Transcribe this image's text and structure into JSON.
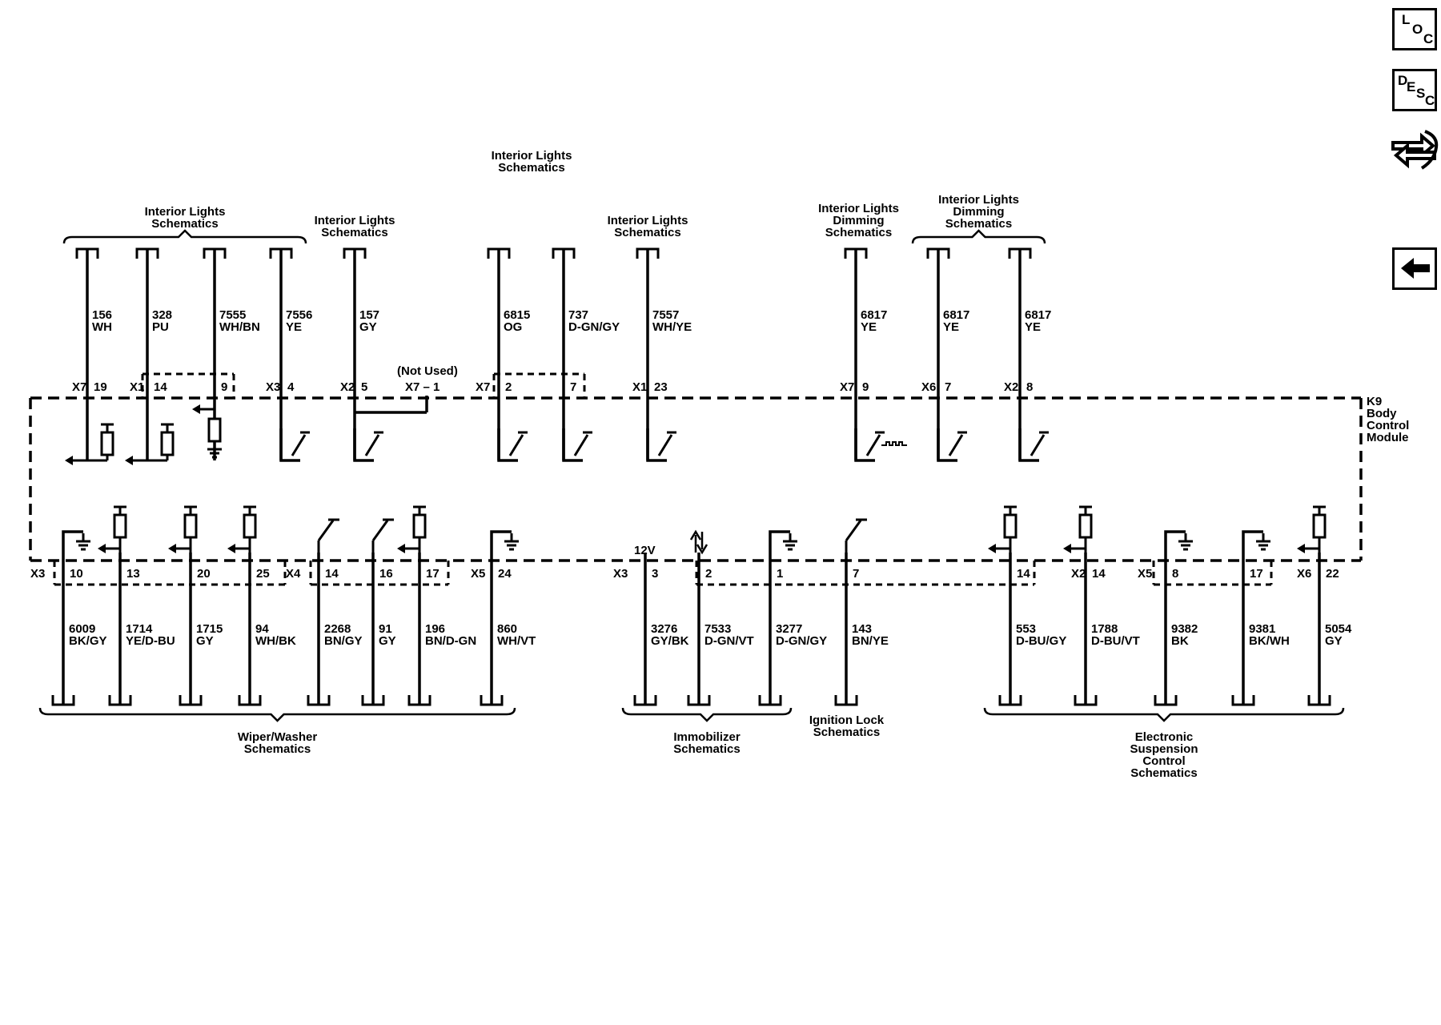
{
  "nav": {
    "loc": [
      "L",
      "O",
      "C"
    ],
    "desc": [
      "D",
      "E",
      "S",
      "C"
    ],
    "back_icon": "left-arrow-icon",
    "flow_icon": "arrows-hand-icon"
  },
  "module": {
    "name": [
      "K9",
      "Body",
      "Control",
      "Module"
    ]
  },
  "not_used": "(Not Used)",
  "voltage_12v": "12V",
  "top_wires": [
    {
      "connector": "X7",
      "pin": "19",
      "circuit": "156",
      "color": "WH"
    },
    {
      "connector": "X1",
      "pin": "14",
      "circuit": "328",
      "color": "PU"
    },
    {
      "connector": "",
      "pin": "9",
      "circuit": "7555",
      "color": "WH/BN"
    },
    {
      "connector": "X3",
      "pin": "4",
      "circuit": "7556",
      "color": "YE"
    },
    {
      "connector": "X2",
      "pin": "5",
      "circuit": "157",
      "color": "GY"
    },
    {
      "connector": "X7",
      "pin": "2",
      "circuit": "6815",
      "color": "OG"
    },
    {
      "connector": "",
      "pin": "7",
      "circuit": "737",
      "color": "D-GN/GY"
    },
    {
      "connector": "X1",
      "pin": "23",
      "circuit": "7557",
      "color": "WH/YE"
    },
    {
      "connector": "X7",
      "pin": "9",
      "circuit": "6817",
      "color": "YE"
    },
    {
      "connector": "X6",
      "pin": "7",
      "circuit": "6817",
      "color": "YE"
    },
    {
      "connector": "X2",
      "pin": "8",
      "circuit": "6817",
      "color": "YE"
    }
  ],
  "top_not_used_pin": "X7 – 1",
  "bottom_wires": [
    {
      "connector": "X3",
      "pin": "10",
      "circuit": "6009",
      "color": "BK/GY"
    },
    {
      "connector": "",
      "pin": "13",
      "circuit": "1714",
      "color": "YE/D-BU"
    },
    {
      "connector": "",
      "pin": "20",
      "circuit": "1715",
      "color": "GY"
    },
    {
      "connector": "",
      "pin": "25",
      "circuit": "94",
      "color": "WH/BK"
    },
    {
      "connector": "X4",
      "pin": "14",
      "circuit": "2268",
      "color": "BN/GY"
    },
    {
      "connector": "",
      "pin": "16",
      "circuit": "91",
      "color": "GY"
    },
    {
      "connector": "",
      "pin": "17",
      "circuit": "196",
      "color": "BN/D-GN"
    },
    {
      "connector": "X5",
      "pin": "24",
      "circuit": "860",
      "color": "WH/VT"
    },
    {
      "connector": "X3",
      "pin": "3",
      "circuit": "3276",
      "color": "GY/BK"
    },
    {
      "connector": "",
      "pin": "2",
      "circuit": "7533",
      "color": "D-GN/VT"
    },
    {
      "connector": "",
      "pin": "1",
      "circuit": "3277",
      "color": "D-GN/GY"
    },
    {
      "connector": "",
      "pin": "7",
      "circuit": "143",
      "color": "BN/YE"
    },
    {
      "connector": "",
      "pin": "14",
      "circuit": "553",
      "color": "D-BU/GY"
    },
    {
      "connector": "X2",
      "pin": "14",
      "circuit": "1788",
      "color": "D-BU/VT"
    },
    {
      "connector": "X5",
      "pin": "8",
      "circuit": "9382",
      "color": "BK"
    },
    {
      "connector": "",
      "pin": "17",
      "circuit": "9381",
      "color": "BK/WH"
    },
    {
      "connector": "X6",
      "pin": "22",
      "circuit": "5054",
      "color": "GY"
    }
  ],
  "top_groups": [
    {
      "lines": [
        "Interior Lights",
        "Schematics"
      ]
    },
    {
      "lines": [
        "Interior Lights",
        "Schematics"
      ]
    },
    {
      "lines": [
        "Interior Lights",
        "Schematics"
      ]
    },
    {
      "lines": [
        "Interior Lights",
        "Schematics"
      ]
    },
    {
      "lines": [
        "Interior Lights",
        "Dimming",
        "Schematics"
      ]
    },
    {
      "lines": [
        "Interior Lights",
        "Dimming",
        "Schematics"
      ]
    }
  ],
  "bottom_groups": [
    {
      "lines": [
        "Wiper/Washer",
        "Schematics"
      ]
    },
    {
      "lines": [
        "Immobilizer",
        "Schematics"
      ]
    },
    {
      "lines": [
        "Ignition Lock",
        "Schematics"
      ]
    },
    {
      "lines": [
        "Electronic",
        "Suspension",
        "Control",
        "Schematics"
      ]
    }
  ]
}
